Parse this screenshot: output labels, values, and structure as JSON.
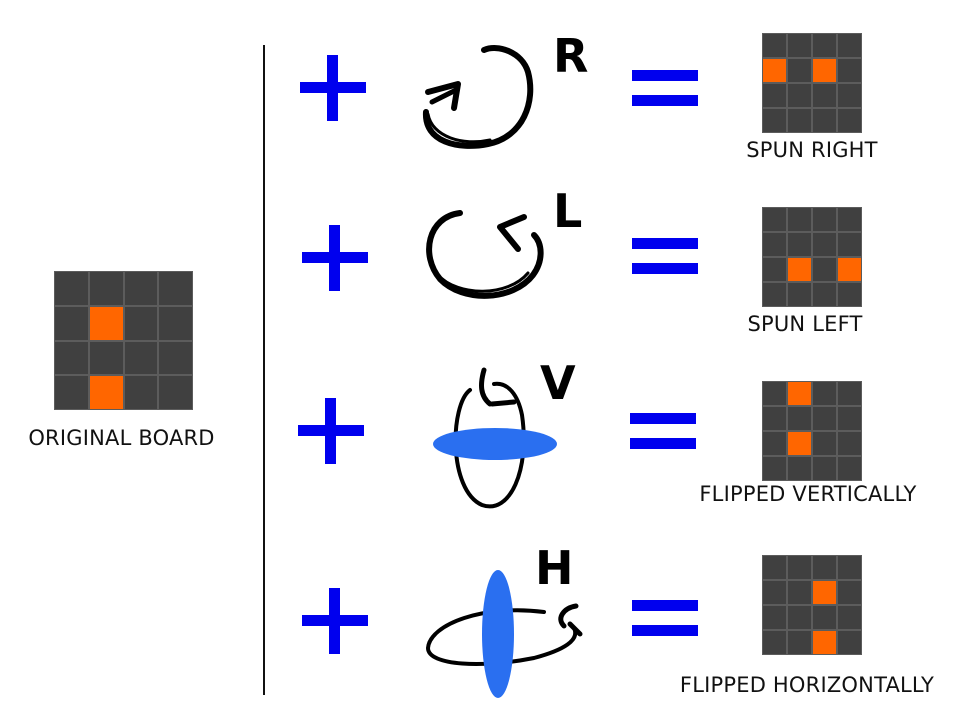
{
  "colors": {
    "board_dark": "#404040",
    "board_grid": "#5c5c5c",
    "highlight": "#ff6600",
    "operator": "#0000ee",
    "plane": "#2a6ff0"
  },
  "original": {
    "caption": "ORIGINAL BOARD",
    "cells": [
      [
        0,
        0,
        0,
        0
      ],
      [
        0,
        1,
        0,
        0
      ],
      [
        0,
        0,
        0,
        0
      ],
      [
        0,
        1,
        0,
        0
      ]
    ]
  },
  "rows": [
    {
      "icon": "rotate-clockwise-icon",
      "letter": "R",
      "caption": "SPUN RIGHT",
      "cells": [
        [
          0,
          0,
          0,
          0
        ],
        [
          1,
          0,
          1,
          0
        ],
        [
          0,
          0,
          0,
          0
        ],
        [
          0,
          0,
          0,
          0
        ]
      ]
    },
    {
      "icon": "rotate-counterclockwise-icon",
      "letter": "L",
      "caption": "SPUN LEFT",
      "cells": [
        [
          0,
          0,
          0,
          0
        ],
        [
          0,
          0,
          0,
          0
        ],
        [
          0,
          1,
          0,
          1
        ],
        [
          0,
          0,
          0,
          0
        ]
      ]
    },
    {
      "icon": "flip-vertical-icon",
      "letter": "V",
      "caption": "FLIPPED VERTICALLY",
      "cells": [
        [
          0,
          1,
          0,
          0
        ],
        [
          0,
          0,
          0,
          0
        ],
        [
          0,
          1,
          0,
          0
        ],
        [
          0,
          0,
          0,
          0
        ]
      ]
    },
    {
      "icon": "flip-horizontal-icon",
      "letter": "H",
      "caption": "FLIPPED HORIZONTALLY",
      "cells": [
        [
          0,
          0,
          0,
          0
        ],
        [
          0,
          0,
          1,
          0
        ],
        [
          0,
          0,
          0,
          0
        ],
        [
          0,
          0,
          1,
          0
        ]
      ]
    }
  ]
}
